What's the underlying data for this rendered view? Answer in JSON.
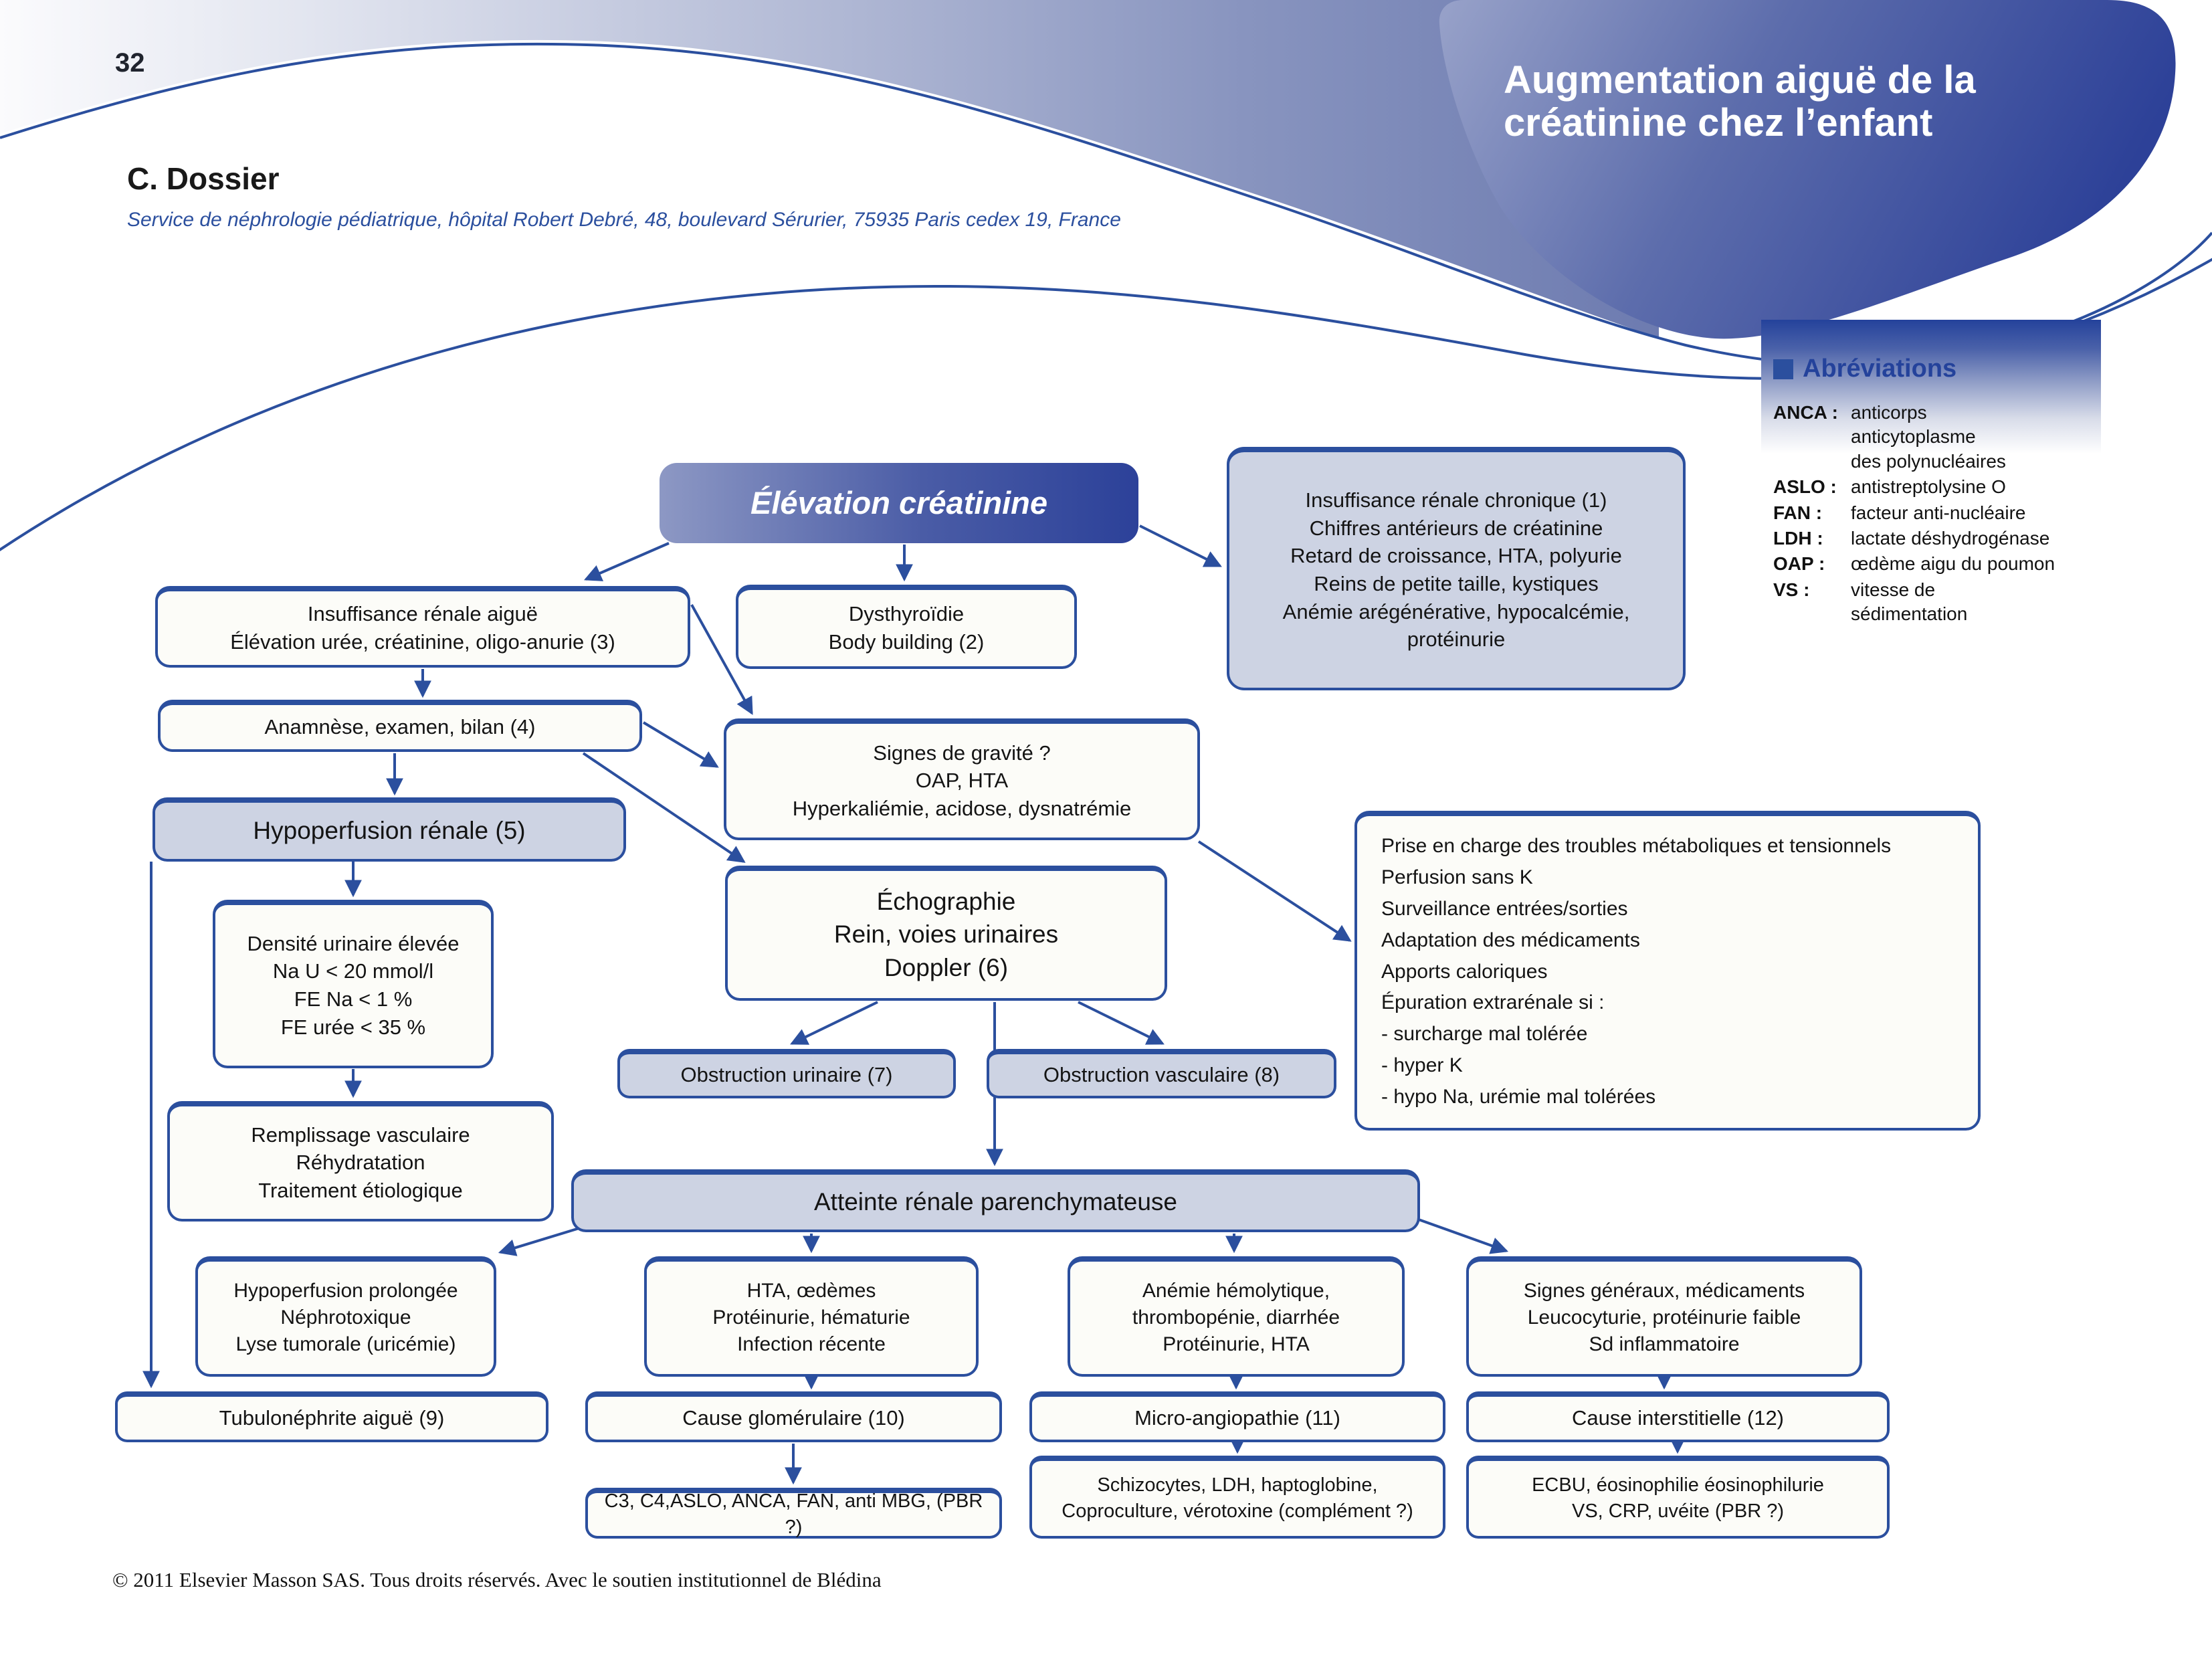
{
  "page": {
    "number": "32",
    "author": "C. Dossier",
    "affiliation": "Service de néphrologie pédiatrique, hôpital Robert Debré, 48, boulevard Sérurier, 75935 Paris cedex 19, France",
    "title": "Augmentation aiguë de la\ncréatinine chez l’enfant",
    "copyright": "© 2011 Elsevier Masson SAS. Tous droits réservés. Avec le soutien institutionnel de Blédina"
  },
  "abbreviations": {
    "title": "Abréviations",
    "entries": [
      {
        "term": "ANCA :",
        "definition": "anticorps\nanticytoplasme\ndes polynucléaires"
      },
      {
        "term": "ASLO :",
        "definition": "antistreptolysine O"
      },
      {
        "term": "FAN :",
        "definition": "facteur anti-nucléaire"
      },
      {
        "term": "LDH :",
        "definition": "lactate déshydrogénase"
      },
      {
        "term": "OAP :",
        "definition": "œdème aigu du poumon"
      },
      {
        "term": "VS :",
        "definition": "vitesse de\nsédimentation"
      }
    ]
  },
  "flowchart": {
    "nodes": {
      "elevation_creatinine": "Élévation créatinine",
      "insuffisance_chronique": "Insuffisance rénale chronique (1)\nChiffres antérieurs de créatinine\nRetard de croissance, HTA, polyurie\nReins de petite taille, kystiques\nAnémie arégénérative, hypocalcémie,\nprotéinurie",
      "dysthyroidie": "Dysthyroïdie\nBody building (2)",
      "insuffisance_aigue": "Insuffisance rénale aiguë\nÉlévation urée, créatinine, oligo-anurie (3)",
      "anamnese": "Anamnèse, examen, bilan (4)",
      "signes_gravite": "Signes de gravité ?\nOAP, HTA\nHyperkaliémie, acidose, dysnatrémie",
      "hypoperfusion_renale": "Hypoperfusion rénale (5)",
      "densite_urinaire": "Densité urinaire élevée\nNa U < 20 mmol/l\nFE Na < 1 %\nFE urée < 35 %",
      "echographie": "Échographie\nRein, voies urinaires\nDoppler (6)",
      "prise_en_charge": "Prise en charge des troubles métaboliques et tensionnels\nPerfusion sans K\nSurveillance entrées/sorties\nAdaptation des médicaments\nApports caloriques\nÉpuration extrarénale si :\n- surcharge mal tolérée\n- hyper K\n- hypo Na, urémie mal tolérées",
      "remplissage": "Remplissage vasculaire\nRéhydratation\nTraitement étiologique",
      "obstruction_urinaire": "Obstruction urinaire (7)",
      "obstruction_vasculaire": "Obstruction vasculaire (8)",
      "atteinte_parenchymateuse": "Atteinte rénale parenchymateuse",
      "hypoperfusion_prolongee": "Hypoperfusion prolongée\nNéphrotoxique\nLyse tumorale (uricémie)",
      "hta_oedemes": "HTA, œdèmes\nProtéinurie, hématurie\nInfection récente",
      "anemie_hemolytique": "Anémie hémolytique,\nthrombopénie, diarrhée\nProtéinurie, HTA",
      "signes_generaux": "Signes généraux, médicaments\nLeucocyturie, protéinurie faible\nSd inflammatoire",
      "tubulonephrite": "Tubulonéphrite aiguë (9)",
      "cause_glomerulaire": "Cause glomérulaire (10)",
      "micro_angiopathie": "Micro-angiopathie (11)",
      "cause_interstitielle": "Cause interstitielle (12)",
      "bilan_glomerulaire": "C3, C4,ASLO, ANCA, FAN, anti MBG, (PBR ?)",
      "bilan_micro_angiopathie": "Schizocytes, LDH, haptoglobine,\nCoproculture, vérotoxine (complément ?)",
      "bilan_interstitiel": "ECBU, éosinophilie éosinophilurie\nVS, CRP, uvéite (PBR ?)"
    }
  },
  "colors": {
    "accent_blue": "#2b4f9e",
    "node_fill_light": "#fcfcf8",
    "node_fill_shaded": "#cdd3e3",
    "hero_gradient_dark": "#2c4199",
    "hero_gradient_light": "#8d98c4",
    "title_text": "#ffffff"
  }
}
